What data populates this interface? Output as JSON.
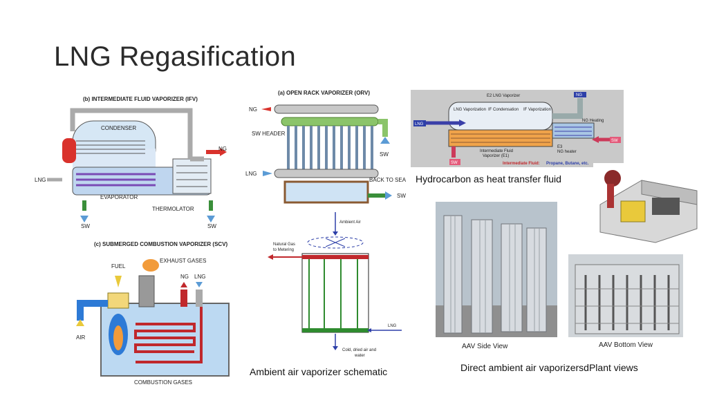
{
  "title": "LNG Regasification",
  "captions": {
    "hydrocarbon": "Hydrocarbon as heat transfer fluid",
    "ambient_schematic": "Ambient air vaporizer schematic",
    "direct_ambient": "Direct ambient air vaporizersdPlant views"
  },
  "ifv": {
    "heading": "(b) INTERMEDIATE FLUID VAPORIZER (IFV)",
    "condenser": "CONDENSER",
    "ng": "NG",
    "lng": "LNG",
    "evaporator": "EVAPORATOR",
    "thermolator": "THERMOLATOR",
    "sw1": "SW",
    "sw2": "SW"
  },
  "orv": {
    "heading": "(a) OPEN RACK VAPORIZER (ORV)",
    "ng": "NG",
    "sw_header": "SW HEADER",
    "sw_in": "SW",
    "lng": "LNG",
    "back_to_sea": "BACK TO SEA",
    "sw_out": "SW"
  },
  "e2": {
    "title": "E2 LNG Vaporizer",
    "ng_tag": "NG",
    "lng_vap": "LNG Vaporization",
    "if_cond": "IF Condensation",
    "if_vap": "IF Vaporization",
    "ng_heating": "NG Heating",
    "lng_tag": "LNG",
    "if_vaporizer_1": "Intermediate Fluid",
    "if_vaporizer_2": "Vaporizer (E1)",
    "e3_1": "E3",
    "e3_2": "NG heater",
    "sw_left": "SW",
    "sw_right": "SW",
    "if_label": "Intermediate Fluid:",
    "if_value": "Propane, Butane, etc."
  },
  "scv": {
    "heading": "(c) SUBMERGED COMBUSTION VAPORIZER (SCV)",
    "fuel": "FUEL",
    "exhaust": "EXHAUST GASES",
    "ng": "NG",
    "lng": "LNG",
    "air": "AIR",
    "combustion": "COMBUSTION GASES"
  },
  "aav": {
    "ambient_air": "Ambient Air",
    "natural_gas_1": "Natural Gas",
    "natural_gas_2": "to Metering",
    "lng": "LNG",
    "cold_1": "Cold,   dried air and",
    "cold_2": "water"
  },
  "photos": {
    "side_view": "AAV Side View",
    "bottom_view": "AAV Bottom View"
  }
}
